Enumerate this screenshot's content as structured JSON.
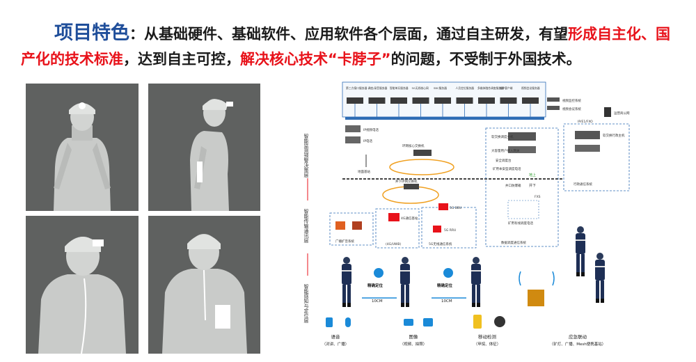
{
  "heading": {
    "title": "项目特色",
    "colon": "：",
    "part1": "从基础硬件、基础软件、应用软件各个层面，通过自主研发，有望",
    "red1": "形成自主化、国产化的技术标准",
    "part2": "，达到自主可控，",
    "red2": "解决核心技术“卡脖子”",
    "part3": "的问题，不受制于外国技术。"
  },
  "colors": {
    "title": "#1f4e9a",
    "red": "#e8121a",
    "photo_bg": "#5f6160",
    "diagram_blue": "#2f6db5",
    "ring_orange": "#f0a020"
  },
  "diagram": {
    "layers": [
      "智能监测预警决策层",
      "智能传输通讯层",
      "智能感知与定位层"
    ],
    "servers": [
      "第三方接口服务器",
      "调度/录音服务器",
      "智能单兵服务器",
      "5G无线核心网",
      "SBC服务器",
      "人员定位服务器",
      "多媒体融合调度服务器",
      "维护客户端",
      "视频会议服务器"
    ],
    "ring_label": "环网核心交换机",
    "surface": "地上",
    "underground": "井下",
    "ip_labels": [
      "IP视频电话",
      "IP电话",
      "地面基站"
    ],
    "right_labels": [
      "视频监控系统",
      "视频会议系统",
      "运营商公网",
      "IP/E1/FXO",
      "软交换调度主机",
      "大容量用户接入网关",
      "安全调度台",
      "矿用本安型调度电话",
      "行政通信系统",
      "软交换行政主机",
      "数据调度通信系统"
    ],
    "mid_labels": [
      "井下环网交换机",
      "井口防爆箱",
      "4G通信基站",
      "5G BBU",
      "5G RRU",
      "广播扩音系统",
      "(4G/UWB)",
      "5G无线通信系统",
      "FXS",
      "矿用有线调度电话"
    ],
    "positioning": [
      "精确定位",
      "10CM",
      "精确定位",
      "10CM"
    ],
    "bottom": [
      {
        "name": "语音",
        "sub": "（对讲、广播）"
      },
      {
        "name": "图像",
        "sub": "（视频、拍照）"
      },
      {
        "name": "移动检测",
        "sub": "（甲烷、体征）"
      },
      {
        "name": "应急联动",
        "sub": "（矿灯、广播、Mesh便携基站）"
      }
    ]
  }
}
